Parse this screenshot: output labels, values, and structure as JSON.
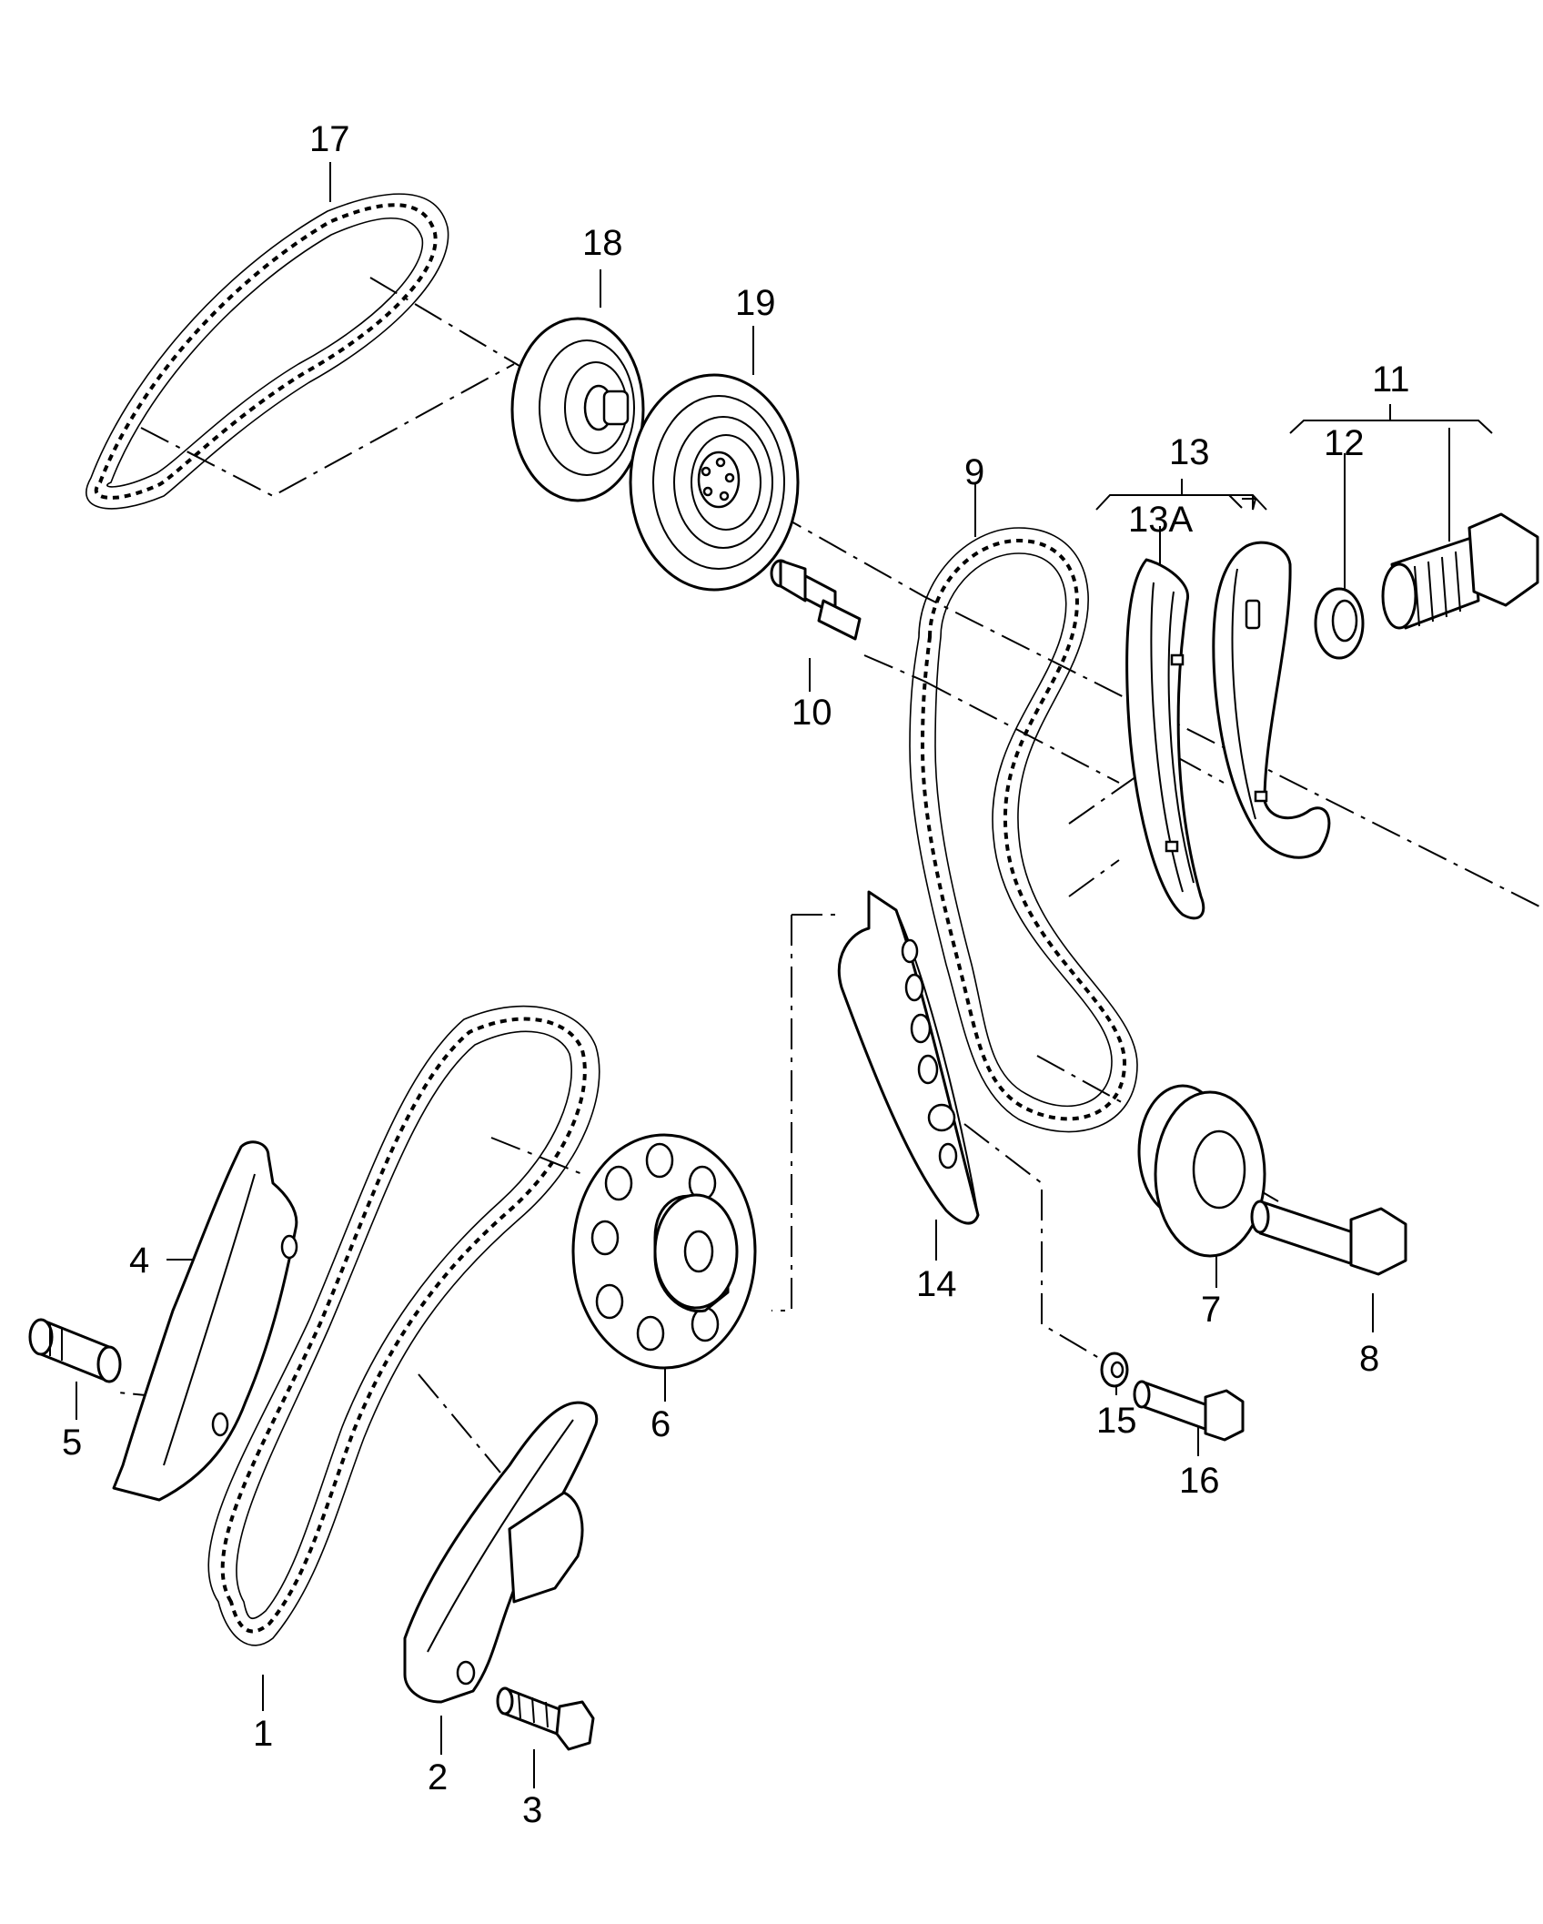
{
  "diagram": {
    "callouts": [
      "17",
      "18",
      "19",
      "9",
      "13",
      "13A",
      "11",
      "12",
      "10",
      "4",
      "5",
      "6",
      "14",
      "7",
      "8",
      "15",
      "16",
      "1",
      "2",
      "3"
    ]
  }
}
